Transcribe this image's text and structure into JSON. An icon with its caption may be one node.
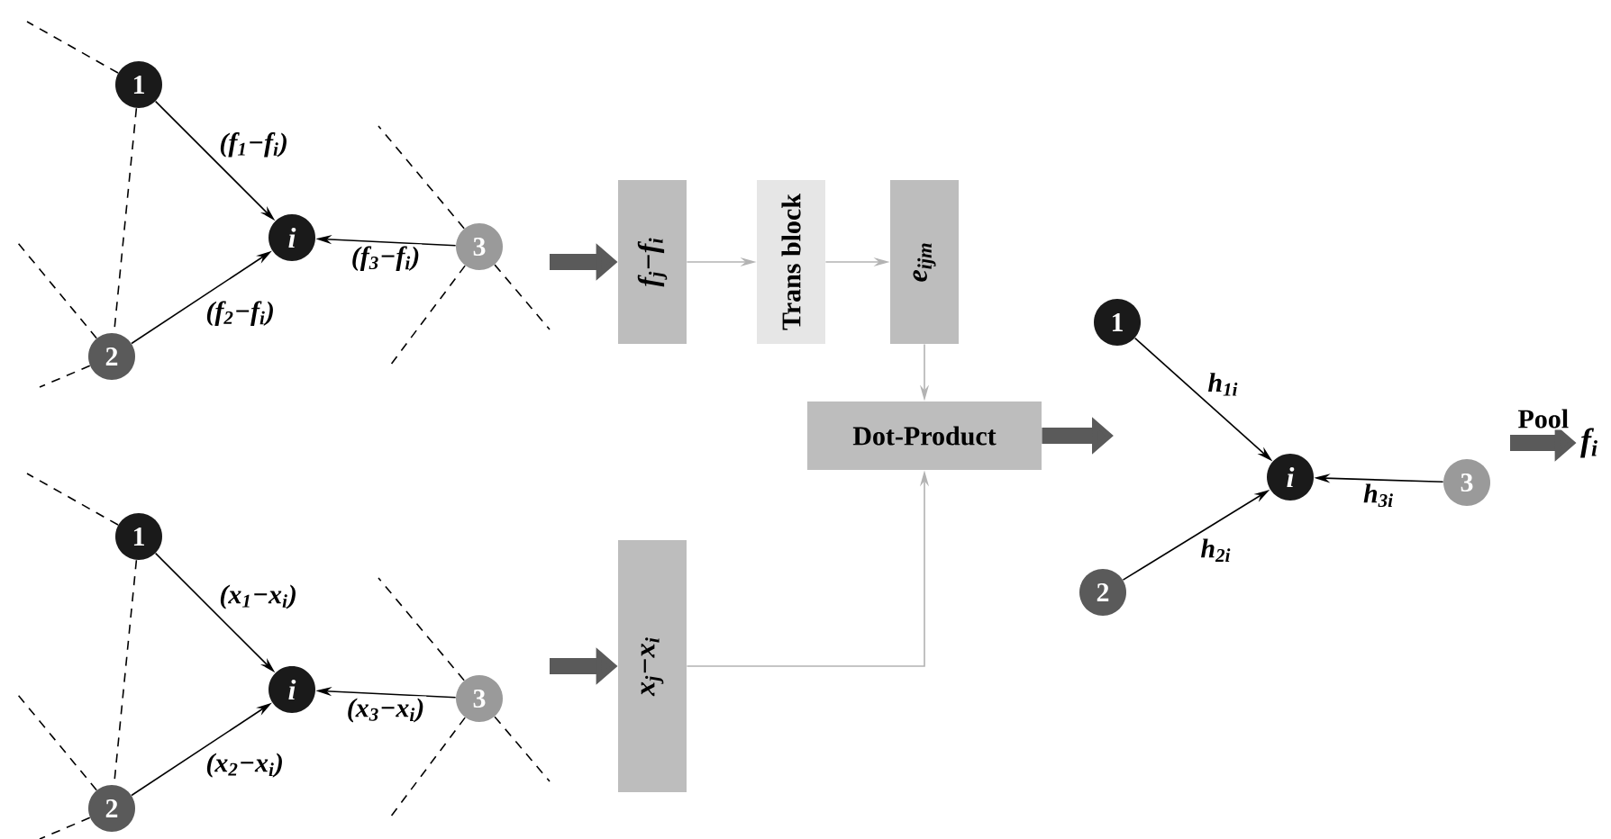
{
  "diagram": {
    "nodes": [
      {
        "text": [
          "1"
        ]
      },
      {
        "text": [
          "i"
        ]
      },
      {
        "text": [
          "2"
        ]
      },
      {
        "text": [
          "3"
        ]
      },
      {
        "text": [
          "1"
        ]
      },
      {
        "text": [
          "i"
        ]
      },
      {
        "text": [
          "2"
        ]
      },
      {
        "text": [
          "3"
        ]
      },
      {
        "text": [
          "f$_{j}$−f$_{i}$"
        ]
      },
      {
        "text": [
          "Trans block"
        ]
      },
      {
        "text": [
          "e$_{ijm}$"
        ]
      },
      {
        "text": [
          "Dot-Product"
        ]
      },
      {
        "text": [
          "x$_{j}$−x$_{i}$"
        ]
      },
      {
        "text": [
          "1"
        ]
      },
      {
        "text": [
          "i"
        ]
      },
      {
        "text": [
          "2"
        ]
      },
      {
        "text": [
          "3"
        ]
      },
      {
        "text": [
          "f$_{i}$"
        ]
      }
    ],
    "edges": [
      {
        "from": 0,
        "to": 1,
        "arrow": "to",
        "label": "(f$_{1}$−f$_{i}$)"
      },
      {
        "from": 2,
        "to": 1,
        "arrow": "to",
        "label": "(f$_{2}$−f$_{i}$)"
      },
      {
        "from": 3,
        "to": 1,
        "arrow": "to",
        "label": "(f$_{3}$−f$_{i}$)"
      },
      {
        "from": 0,
        "to": 2,
        "arrow": "none",
        "style": "dashed"
      },
      {
        "from": 0,
        "to": null,
        "arrow": "none",
        "style": "dashed"
      },
      {
        "from": 2,
        "to": null,
        "arrow": "none",
        "style": "dashed"
      },
      {
        "from": 2,
        "to": null,
        "arrow": "none",
        "style": "dashed"
      },
      {
        "from": 3,
        "to": null,
        "arrow": "none",
        "style": "dashed"
      },
      {
        "from": 3,
        "to": null,
        "arrow": "none",
        "style": "dashed"
      },
      {
        "from": 3,
        "to": null,
        "arrow": "none",
        "style": "dashed"
      },
      {
        "from": 4,
        "to": 5,
        "arrow": "to",
        "label": "(x$_{1}$−x$_{i}$)"
      },
      {
        "from": 6,
        "to": 5,
        "arrow": "to",
        "label": "(x$_{2}$−x$_{i}$)"
      },
      {
        "from": 7,
        "to": 5,
        "arrow": "to",
        "label": "(x$_{3}$−x$_{i}$)"
      },
      {
        "from": 4,
        "to": 6,
        "arrow": "none",
        "style": "dashed"
      },
      {
        "from": 4,
        "to": null,
        "arrow": "none",
        "style": "dashed"
      },
      {
        "from": 6,
        "to": null,
        "arrow": "none",
        "style": "dashed"
      },
      {
        "from": 6,
        "to": null,
        "arrow": "none",
        "style": "dashed"
      },
      {
        "from": 7,
        "to": null,
        "arrow": "none",
        "style": "dashed"
      },
      {
        "from": 7,
        "to": null,
        "arrow": "none",
        "style": "dashed"
      },
      {
        "from": 7,
        "to": null,
        "arrow": "none",
        "style": "dashed"
      },
      {
        "from": null,
        "to": 8,
        "arrow": "to",
        "style": "thick",
        "color": "#5a5a5a"
      },
      {
        "from": 8,
        "to": 9,
        "arrow": "to",
        "color": "#b3b3b3"
      },
      {
        "from": 9,
        "to": 10,
        "arrow": "to",
        "color": "#b3b3b3"
      },
      {
        "from": 10,
        "to": 11,
        "arrow": "to",
        "color": "#b3b3b3"
      },
      {
        "from": 12,
        "to": 11,
        "arrow": "to",
        "color": "#b3b3b3"
      },
      {
        "from": null,
        "to": 12,
        "arrow": "to",
        "style": "thick",
        "color": "#5a5a5a"
      },
      {
        "from": 11,
        "to": null,
        "arrow": "to",
        "style": "thick",
        "color": "#5a5a5a"
      },
      {
        "from": 13,
        "to": 14,
        "arrow": "to",
        "label": "h$_{1i}$"
      },
      {
        "from": 15,
        "to": 14,
        "arrow": "to",
        "label": "h$_{2i}$"
      },
      {
        "from": 16,
        "to": 14,
        "arrow": "to",
        "label": "h$_{3i}$"
      },
      {
        "from": null,
        "to": 17,
        "arrow": "to",
        "label": "Pool",
        "style": "thick",
        "color": "#5a5a5a"
      }
    ]
  }
}
